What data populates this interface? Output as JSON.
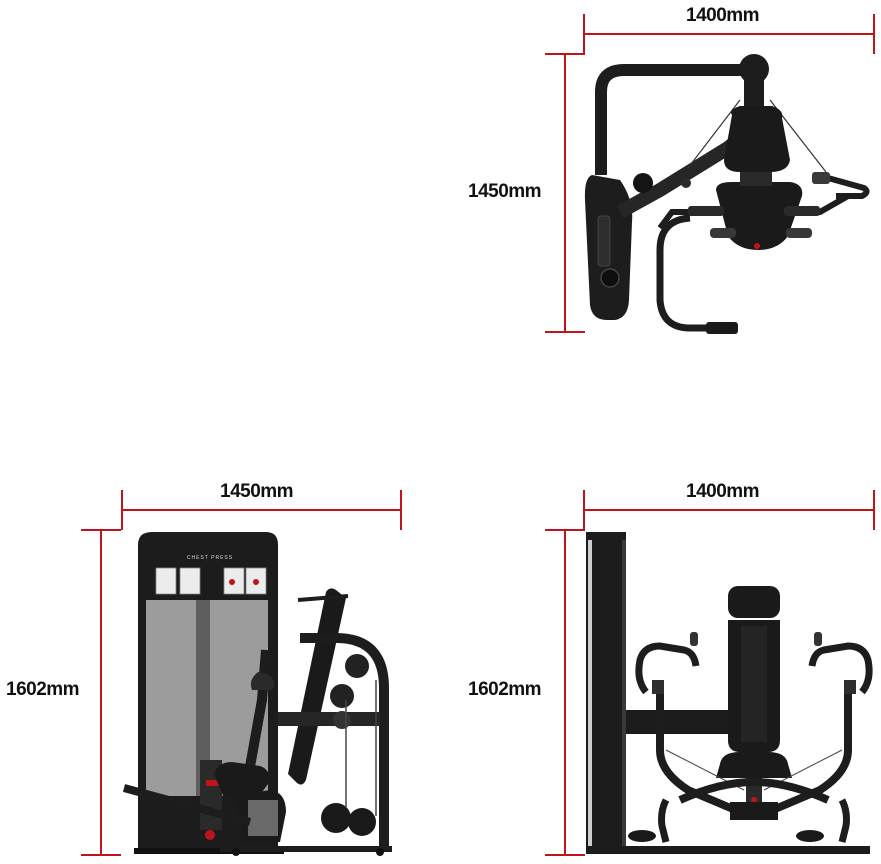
{
  "views": {
    "top": {
      "width_label": "1400mm",
      "depth_label": "1450mm"
    },
    "side": {
      "width_label": "1450mm",
      "height_label": "1602mm",
      "placard_text": "CHEST PRESS"
    },
    "front": {
      "width_label": "1400mm",
      "height_label": "1602mm"
    }
  },
  "colors": {
    "dimension_line": "#c0141c",
    "frame": "#1a1a1a",
    "panel": "#9c9c9c"
  }
}
